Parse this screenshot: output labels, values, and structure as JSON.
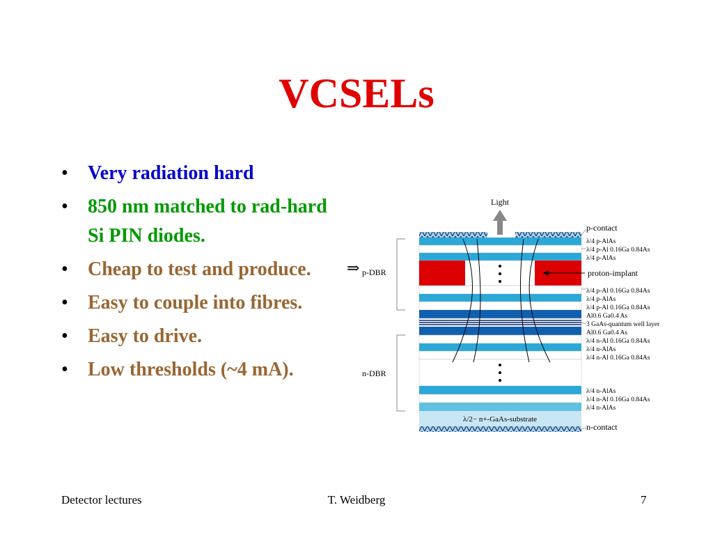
{
  "slide": {
    "title": "VCSELs",
    "bullets": [
      {
        "text": "Very radiation hard",
        "color": "#0000cc"
      },
      {
        "text": "850 nm matched to rad-hard Si PIN diodes.",
        "color": "#009900"
      },
      {
        "text": "Cheap to test and produce.",
        "color": "#996633"
      },
      {
        "text": "Easy to couple into fibres.",
        "color": "#996633"
      },
      {
        "text": "Easy to drive.",
        "color": "#996633"
      },
      {
        "text": "Low thresholds (~4 mA).",
        "color": "#996633"
      }
    ],
    "bullet_glyph": "•"
  },
  "footer": {
    "left": "Detector lectures",
    "center": "T. Weidberg",
    "right": "7"
  },
  "diagram": {
    "top_label": "Light",
    "left_labels": {
      "arrow": "⇒",
      "p_dbr": "p-DBR",
      "n_dbr": "n-DBR"
    },
    "right_labels": {
      "p_contact": "p-contact",
      "l1": "λ/4 p-AlAs",
      "l2": "λ/4 p-Al 0.16Ga 0.84As",
      "l3": "λ/4 p-AlAs",
      "proton": "proton-implant",
      "l4": "λ/4 p-Al 0.16Ga 0.84As",
      "l5": "λ/4 p-AlAs",
      "l6": "λ/4 p-Al 0.16Ga 0.84As",
      "l7": "Al0.6 Ga0.4 As",
      "qw": "3 GaAs-quantum well layer",
      "l8": "Al0.6 Ga0.4 As",
      "l9": "λ/4 n-Al 0.16Ga 0.84As",
      "l10": "λ/4 n-AlAs",
      "l11": "λ/4 n-Al 0.16Ga 0.84As",
      "l12": "λ/4 n-AlAs",
      "l13": "λ/4 n-Al 0.16Ga 0.84As",
      "l14": "λ/4 n-AlAs",
      "n_contact": "n-contact"
    },
    "substrate_label": "λ/2− n+-GaAs-substrate",
    "colors": {
      "light_blue": "#2ba8d8",
      "dark_blue": "#1060b0",
      "navy": "#0a2a6a",
      "implant_red": "#dd0000",
      "pale_blue": "#c8e6f4",
      "contact_blue": "#a9d0ec"
    }
  }
}
